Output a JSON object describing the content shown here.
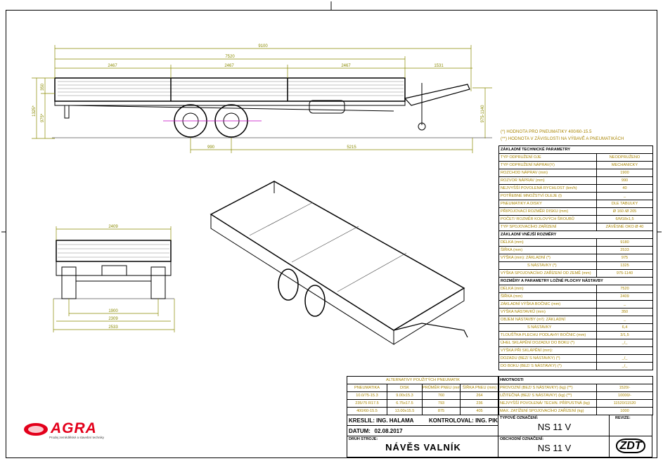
{
  "dimensions": {
    "side": {
      "overall_length": "9100",
      "bed_length": "7520",
      "section_1": "2467",
      "section_2": "2467",
      "section_3": "2467",
      "drawbar": "1531",
      "side_height": "350",
      "total_height": "1325*",
      "base_height": "975*",
      "coupling_height": "975-1140",
      "axle_spacing": "990",
      "axle_to_coupling": "5215"
    },
    "rear": {
      "bed_width": "2409",
      "track": "1900",
      "outer_width_inner": "2309",
      "overall_width": "2533"
    }
  },
  "notes": [
    {
      "mark": "(*)",
      "text": "HODNOTA PRO PNEUMATIKY 400/60-15.5"
    },
    {
      "mark": "(**)",
      "text": "HODNOTA V ZÁVISLOSTI NA VÝBAVĚ A PNEUMATIKÁCH"
    }
  ],
  "parameters": [
    {
      "section": "ZÁKLADNÍ TECHNICKÉ PARAMETRY"
    },
    {
      "label": "TYP ODPRUŽENÍ OJE",
      "value": "NEODPRUŽENO"
    },
    {
      "label": "TYP ODPRUŽENÍ NÁPRAV(Y)",
      "value": "MECHANICKY"
    },
    {
      "label": "ROZCHOD NÁPRAV (mm)",
      "value": "1900"
    },
    {
      "label": "ROZVOR NÁPRAV (mm)",
      "value": "990"
    },
    {
      "label": "NEJVYŠŠÍ POVOLENÁ RYCHLOST (km/h)",
      "value": "40"
    },
    {
      "label": "POTŘEBNÉ MNOŽSTVÍ OLEJE (l)",
      "value": "_"
    },
    {
      "label": "PNEUMATIKY A DISKY",
      "value": "DLE TABULKY"
    },
    {
      "label": "PŘIPOJOVACÍ ROZMĚR DISKU (mm)",
      "value": "Ø 160 /Ø 205"
    },
    {
      "label": "POČET/ ROZMĚR KOLOVÝCH ŠROUBŮ",
      "value": "6/M18x1,5"
    },
    {
      "label": "TYP SPOJOVACÍHO ZAŘÍZENÍ",
      "value": "ZÁVĚSNÉ OKO Ø 40"
    },
    {
      "section": "ZÁKLADNÍ VNĚJŠÍ ROZMĚRY"
    },
    {
      "label": "DÉLKA (mm)",
      "value": "9180"
    },
    {
      "label": "ŠÍŘKA (mm)",
      "value": "2533"
    },
    {
      "label": "VÝŠKA (mm): ZÁKLADNÍ (*)",
      "value": "975",
      "noborder": true
    },
    {
      "label": "S NÁSTAVKY (*)",
      "value": "1325",
      "indent": true
    },
    {
      "label": "VÝŠKA SPOJOVACÍHO ZAŘÍZENÍ OD ZEMĚ (mm)",
      "value": "975-1140"
    },
    {
      "section": "ROZMĚRY A PARAMETRY LOŽNÉ PLOCHY NÁSTAVBY"
    },
    {
      "label": "DÉLKA (mm)",
      "value": "7520"
    },
    {
      "label": "ŠÍŘKA (mm)",
      "value": "2409"
    },
    {
      "label": "ZÁKLADNÍ VÝŠKA BOČNIC (mm)",
      "value": "_"
    },
    {
      "label": "VÝŠKA NÁSTAVKŮ (mm)",
      "value": "350"
    },
    {
      "label": "OBJEM NÁSTAVBY (m³): ZÁKLADNÍ",
      "value": "_",
      "noborder": true
    },
    {
      "label": "S NÁSTAVKY",
      "value": "6,4",
      "indent": true
    },
    {
      "label": "TLOUŠŤKA PLECHU PODLAHY/ BOČNIC (mm)",
      "value": "3/1,5"
    },
    {
      "label": "ÚHEL SKLÁPĚNÍ DOZADU/ DO BOKU (*)",
      "value": "_/_"
    },
    {
      "label": "VÝŠKA PŘI SKLÁPĚNÍ (mm):",
      "value": "",
      "noborder": true
    },
    {
      "label": "DOZADU (BEZ/ S NÁSTAVKY) (*)",
      "value": "_/_",
      "noborder": true
    },
    {
      "label": "DO BOKU (BEZ/ S NÁSTAVKY) (*)",
      "value": "_/_"
    }
  ],
  "tires": {
    "title": "ALTERNATIVY POUŽITÝCH PNEUMATIK",
    "headers": [
      "PNEUMATIKA",
      "DISK",
      "PRŮMĚR PNEU (mm)",
      "ŠÍŘKA PNEU (mm)"
    ],
    "rows": [
      [
        "10.0/75-15.3",
        "9.00x15.3",
        "760",
        "264"
      ],
      [
        "235/75 R17.5",
        "6.75x17.5",
        "793",
        "236"
      ],
      [
        "400/60-15.5",
        "13.00x15.5",
        "875",
        "405"
      ]
    ]
  },
  "weights": {
    "title": "HMOTNOSTI",
    "rows": [
      {
        "label": "PROVOZNÍ (BEZ/ S NÁSTAVKY) (kg) (**)",
        "value": "1520/-"
      },
      {
        "label": "UŽITEČNÁ (BEZ/ S NÁSTAVKY) (kg) (**)",
        "value": "10000/-"
      },
      {
        "label": "NEJVYŠŠÍ POVOLENÁ/ TECHN. PŘÍPUSTNÁ (kg)",
        "value": "11520/11520"
      },
      {
        "label": "MAX. ZATÍŽENÍ SPOJOVACÍHO ZAŘÍZENÍ (kg)",
        "value": "1000"
      }
    ]
  },
  "title_block": {
    "drawn_by": "KRESLIL: ING. HALAMA",
    "checked_by": "KONTROLOVAL: ING. PIKULA",
    "date_label": "DATUM:",
    "date": "02.08.2017",
    "machine_type_label": "DRUH STROJE:",
    "machine_type": "NÁVĚS VALNÍK",
    "type_label": "TYPOVÉ OZNAČENÍ:",
    "type": "NS 11 V",
    "trade_label": "OBCHODNÍ OZNAČENÍ:",
    "trade": "NS 11 V",
    "revision_label": "REVIZE:",
    "zdt_logo": "ZDT"
  },
  "logo": {
    "name": "AGRA",
    "tagline": "Prodej zemědělské a stavební techniky",
    "color": "#e3001b"
  },
  "colors": {
    "dimension": "#8a8a00",
    "table_text": "#a88400",
    "line": "#000000",
    "center_mark": "#c000c0"
  }
}
